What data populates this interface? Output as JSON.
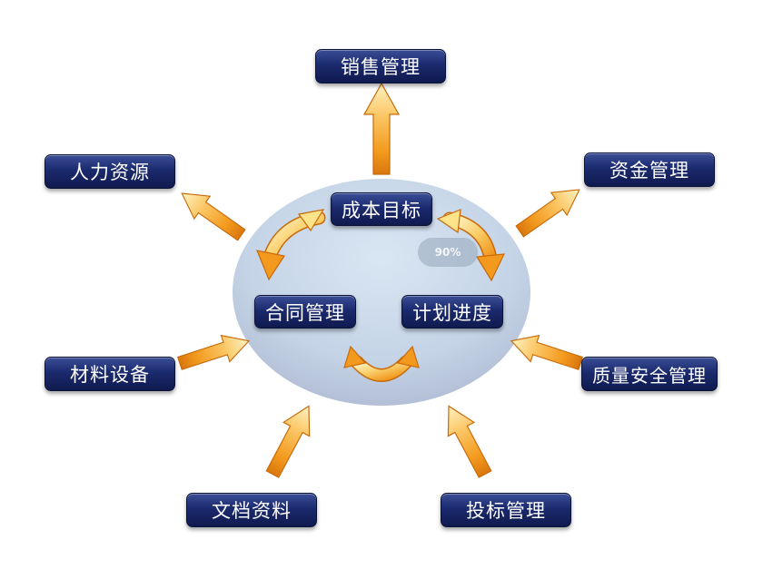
{
  "nodes": {
    "sales": "销售管理",
    "hr": "人力资源",
    "fund": "资金管理",
    "cost": "成本目标",
    "contract": "合同管理",
    "plan": "计划进度",
    "material": "材料设备",
    "quality": "质量安全管理",
    "docs": "文档资料",
    "bid": "投标管理"
  },
  "badge": {
    "label": "90%",
    "value": 90
  },
  "colors": {
    "box_dark": "#0f1a4e",
    "box_light": "#3a4e96",
    "ellipse": "#c4d4e6",
    "arrow_orange": "#f39a1e",
    "arrow_yellow": "#fde38a"
  }
}
